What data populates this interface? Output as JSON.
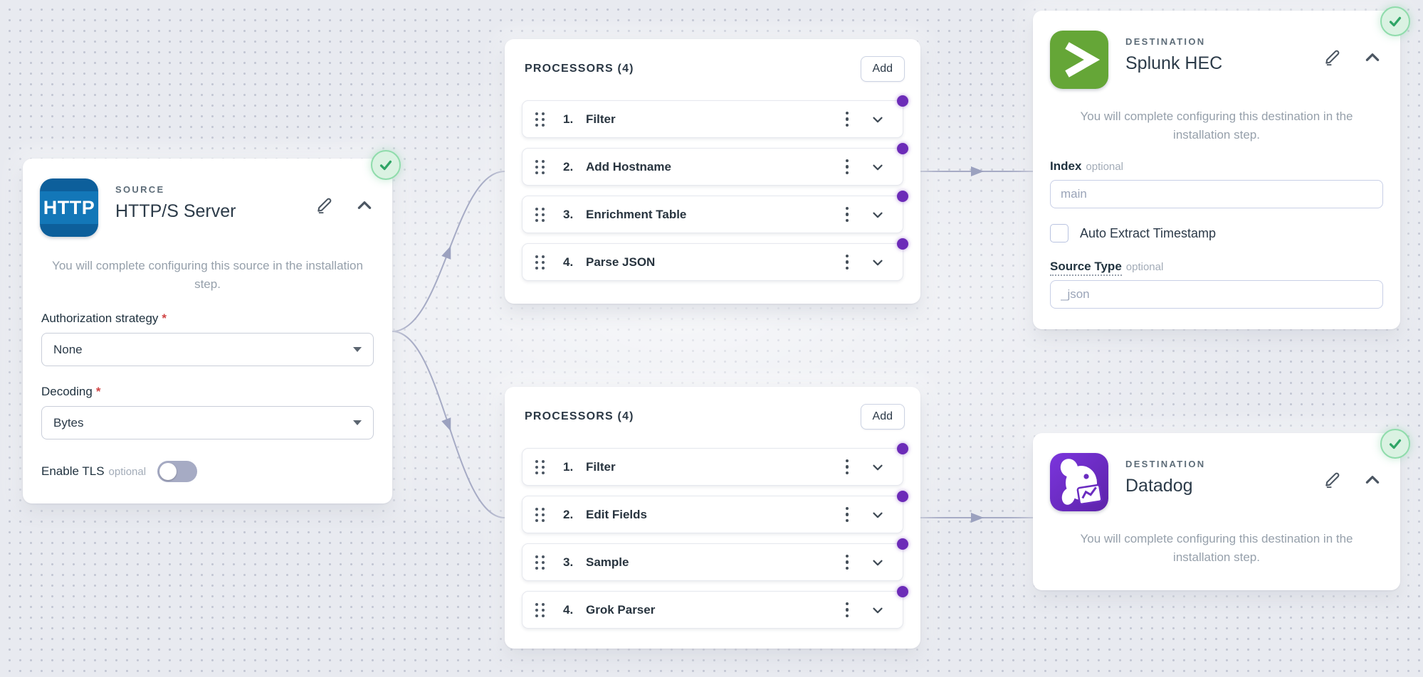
{
  "source": {
    "type_label": "SOURCE",
    "title": "HTTP/S Server",
    "icon_text": "HTTP",
    "description": "You will complete configuring this source in the installation step.",
    "fields": {
      "authorization": {
        "label": "Authorization strategy",
        "required_mark": "*",
        "value": "None"
      },
      "decoding": {
        "label": "Decoding",
        "required_mark": "*",
        "value": "Bytes"
      },
      "enable_tls": {
        "label": "Enable TLS",
        "optional_label": "optional",
        "state": "off"
      }
    }
  },
  "processor_groups": [
    {
      "header": "PROCESSORS (4)",
      "add_label": "Add",
      "items": [
        {
          "number": "1.",
          "name": "Filter"
        },
        {
          "number": "2.",
          "name": "Add Hostname"
        },
        {
          "number": "3.",
          "name": "Enrichment Table"
        },
        {
          "number": "4.",
          "name": "Parse JSON"
        }
      ]
    },
    {
      "header": "PROCESSORS (4)",
      "add_label": "Add",
      "items": [
        {
          "number": "1.",
          "name": "Filter"
        },
        {
          "number": "2.",
          "name": "Edit Fields"
        },
        {
          "number": "3.",
          "name": "Sample"
        },
        {
          "number": "4.",
          "name": "Grok Parser"
        }
      ]
    }
  ],
  "destinations": [
    {
      "type_label": "DESTINATION",
      "title": "Splunk HEC",
      "description": "You will complete configuring this destination in the installation step.",
      "fields": {
        "index": {
          "label": "Index",
          "optional_label": "optional",
          "placeholder": "main"
        },
        "auto_extract_timestamp": {
          "label": "Auto Extract Timestamp",
          "checked": false
        },
        "source_type": {
          "label": "Source Type",
          "optional_label": "optional",
          "placeholder": "_json"
        }
      }
    },
    {
      "type_label": "DESTINATION",
      "title": "Datadog",
      "description": "You will complete configuring this destination in the installation step."
    }
  ],
  "colors": {
    "http_blue": "#1377B8",
    "splunk_green": "#65A637",
    "datadog_purple": "#6A2CC0",
    "processor_dot_purple": "#6C2BB8",
    "check_green": "#2FA566",
    "connector_gray": "#A6ABC5"
  }
}
